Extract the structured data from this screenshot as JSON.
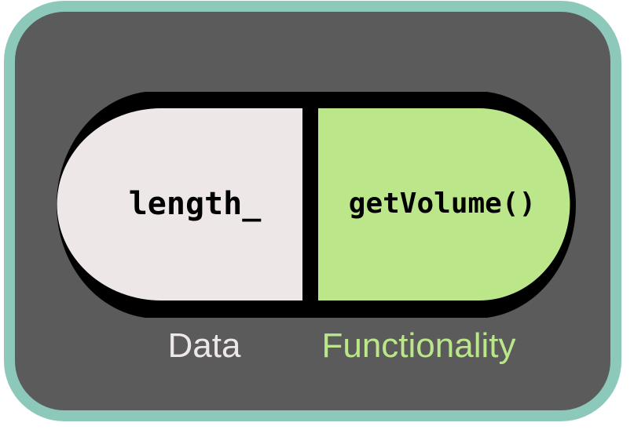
{
  "capsule": {
    "data_member": "length_",
    "function_member": "getVolume()"
  },
  "labels": {
    "data": "Data",
    "functionality": "Functionality"
  },
  "colors": {
    "border": "#8cc9bb",
    "background": "#5b5b5b",
    "data_fill": "#ede7e7",
    "function_fill": "#bbe78a",
    "outline": "#000000"
  }
}
